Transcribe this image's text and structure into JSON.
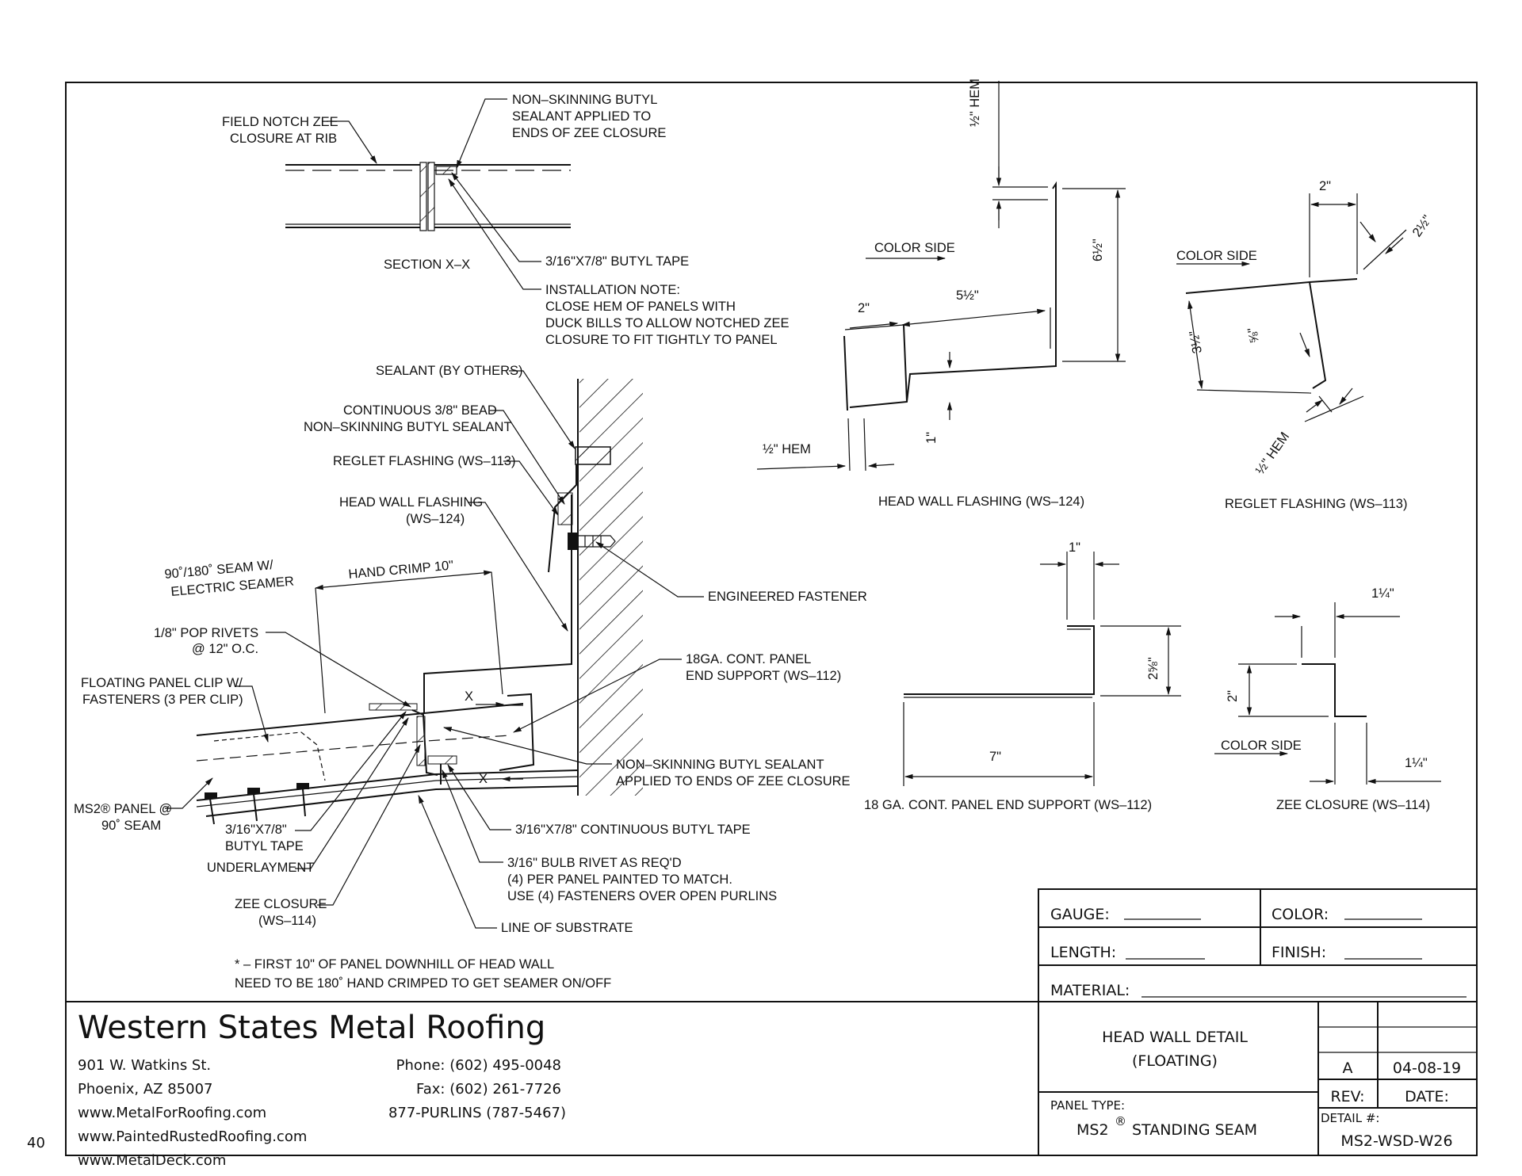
{
  "page_number": "40",
  "section_x": {
    "title": "SECTION X–X",
    "field_notch": [
      "FIELD NOTCH ZEE",
      "CLOSURE AT RIB"
    ],
    "butyl_sealant": [
      "NON–SKINNING BUTYL",
      "SEALANT APPLIED TO",
      "ENDS OF ZEE CLOSURE"
    ],
    "butyl_tape": "3/16\"X7/8\" BUTYL TAPE",
    "install_note": [
      "INSTALLATION NOTE:",
      "CLOSE HEM OF PANELS WITH",
      "DUCK BILLS TO ALLOW NOTCHED ZEE",
      "CLOSURE TO FIT TIGHTLY TO PANEL"
    ]
  },
  "main_detail": {
    "sealant_by_others": "SEALANT (BY OTHERS)",
    "cont_bead": [
      "CONTINUOUS 3/8\" BEAD",
      "NON–SKINNING BUTYL SEALANT"
    ],
    "reglet": "REGLET FLASHING (WS–113)",
    "head_wall": [
      "HEAD WALL FLASHING",
      "(WS–124)"
    ],
    "engineered_fastener": "ENGINEERED FASTENER",
    "seam": [
      "90˚/180˚ SEAM W/",
      "ELECTRIC SEAMER"
    ],
    "hand_crimp": "HAND CRIMP 10\"",
    "pop_rivets": [
      "1/8\" POP RIVETS",
      "@ 12\" O.C."
    ],
    "panel_clip": [
      "FLOATING PANEL CLIP W/",
      "FASTENERS (3 PER CLIP)"
    ],
    "end_support": [
      "18GA. CONT. PANEL",
      "END SUPPORT (WS–112)"
    ],
    "sealant_ends": [
      "NON–SKINNING BUTYL SEALANT",
      "APPLIED TO ENDS OF ZEE CLOSURE"
    ],
    "ms2_panel": [
      "MS2® PANEL @",
      "90˚ SEAM"
    ],
    "butyl_tape": [
      "3/16\"X7/8\"",
      "BUTYL TAPE"
    ],
    "cont_butyl_tape": "3/16\"X7/8\" CONTINUOUS BUTYL TAPE",
    "underlayment": "UNDERLAYMENT",
    "bulb_rivet": [
      "3/16\" BULB RIVET AS REQ'D",
      "(4) PER PANEL PAINTED TO MATCH.",
      "USE (4) FASTENERS OVER OPEN PURLINS"
    ],
    "zee": [
      "ZEE CLOSURE",
      "(WS–114)"
    ],
    "substrate": "LINE OF SUBSTRATE",
    "x_mark": "X",
    "footnote": [
      "* – FIRST 10\" OF PANEL DOWNHILL OF HEAD WALL",
      "NEED TO BE 180˚ HAND CRIMPED TO GET SEAMER ON/OFF"
    ]
  },
  "head_wall_flashing": {
    "caption": "HEAD WALL FLASHING (WS–124)",
    "color_side": "COLOR SIDE",
    "hem_top": "½\" HEM",
    "hem_bottom": "½\" HEM",
    "dim_2": "2\"",
    "dim_5h": "5½\"",
    "dim_6h": "6½\"",
    "dim_1": "1\""
  },
  "reglet_flashing": {
    "caption": "REGLET FLASHING (WS–113)",
    "color_side": "COLOR SIDE",
    "dim_2": "2\"",
    "dim_2h": "2½\"",
    "dim_3h": "3½\"",
    "dim_5_8": "⅝\"",
    "hem": "½\" HEM"
  },
  "end_support": {
    "caption": "18 GA. CONT. PANEL END SUPPORT (WS–112)",
    "dim_1": "1\"",
    "dim_2_5_8": "2⅝\"",
    "dim_7": "7\""
  },
  "zee_closure": {
    "caption": "ZEE CLOSURE (WS–114)",
    "color_side": "COLOR SIDE",
    "dim_top": "1¼\"",
    "dim_2": "2\"",
    "dim_bottom": "1¼\""
  },
  "spec_box": {
    "gauge": "GAUGE:",
    "color": "COLOR:",
    "length": "LENGTH:",
    "finish": "FINISH:",
    "material": "MATERIAL:"
  },
  "company": {
    "name": "Western States Metal Roofing",
    "street": "901 W. Watkins St.",
    "city": "Phoenix, AZ 85007",
    "web1": "www.MetalForRoofing.com",
    "web2": "www.PaintedRustedRoofing.com",
    "web3": "www.MetalDeck.com",
    "phone": "Phone: (602) 495-0048",
    "fax": "Fax: (602) 261-7726",
    "tollfree": "877-PURLINS (787-5467)"
  },
  "title_block": {
    "title_line1": "HEAD WALL DETAIL",
    "title_line2": "(FLOATING)",
    "panel_type_label": "PANEL TYPE:",
    "panel_type": "MS2",
    "panel_type_reg": "®",
    "panel_type_suffix": "STANDING SEAM",
    "rev_value": "A",
    "date_value": "04-08-19",
    "rev_label": "REV:",
    "date_label": "DATE:",
    "detail_label": "DETAIL #:",
    "detail_number": "MS2-WSD-W26"
  }
}
